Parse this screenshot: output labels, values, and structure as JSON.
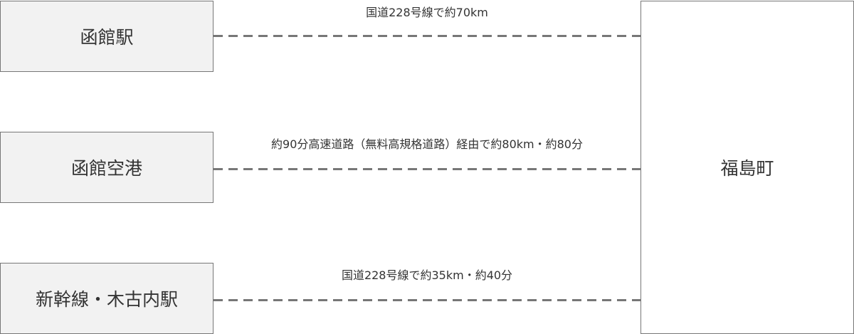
{
  "origins": [
    {
      "name": "函館駅",
      "route": "国道228号線で約70km"
    },
    {
      "name": "函館空港",
      "route": "約90分高速道路（無料高規格道路）経由で約80km・約80分"
    },
    {
      "name": "新幹線・木古内駅",
      "route": "国道228号線で約35km・約40分"
    }
  ],
  "destination": "福島町"
}
